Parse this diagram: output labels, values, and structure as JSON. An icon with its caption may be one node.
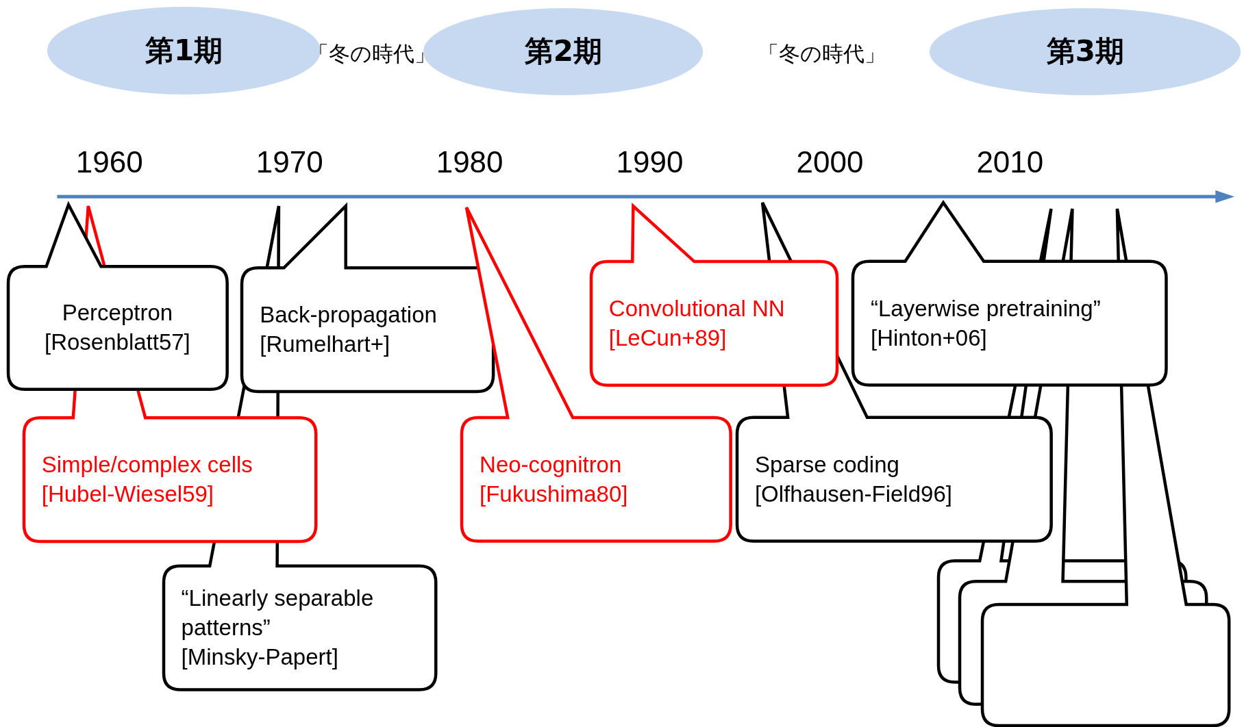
{
  "diagram": {
    "nodes": [
      {
        "text": [
          "第1期"
        ]
      },
      {
        "text": [
          "第2期"
        ]
      },
      {
        "text": [
          "第3期"
        ]
      },
      {
        "text": [
          "Perceptron [Rosenblatt57]"
        ]
      },
      {
        "text": [
          "Back-propagation [Rumelhart+]"
        ]
      },
      {
        "text": [
          "Convolutional NN [LeCun+89]"
        ]
      },
      {
        "text": [
          "“Layerwise pretraining” [Hinton+06]"
        ]
      },
      {
        "text": [
          "Simple/complex cells [Hubel-Wiesel59]"
        ]
      },
      {
        "text": [
          "Neo-cognitron [Fukushima80]"
        ]
      },
      {
        "text": [
          "Sparse coding [Olfhausen-Field96]"
        ]
      },
      {
        "text": [
          "“Linearly separable patterns” [Minsky-Papert]"
        ]
      },
      {
        "text": [],
        "shape": "box"
      },
      {
        "text": [],
        "shape": "box"
      },
      {
        "text": [],
        "shape": "box"
      }
    ],
    "labels": [
      "「冬の時代」",
      "「冬の時代」",
      "1960",
      "1970",
      "1980",
      "1990",
      "2000",
      "2010"
    ]
  }
}
